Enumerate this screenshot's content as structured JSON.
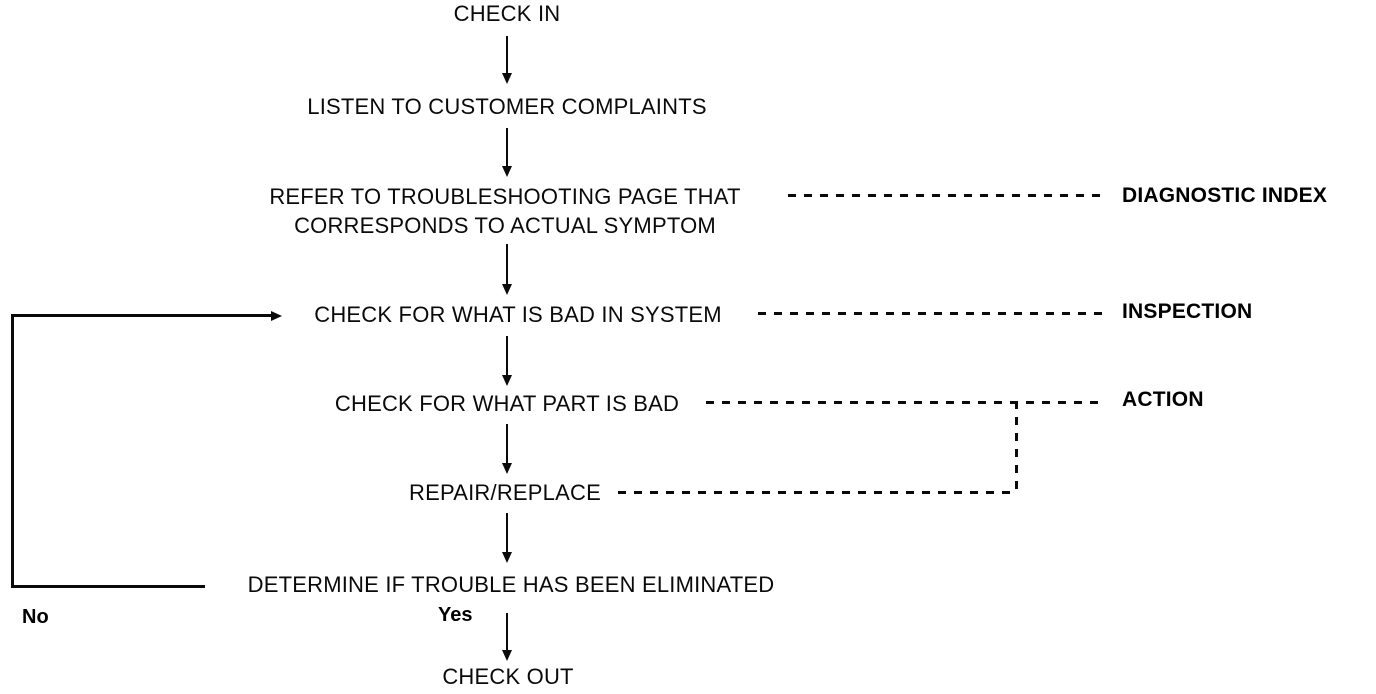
{
  "diagram": {
    "type": "flowchart",
    "description": "Service troubleshooting process flow",
    "colors": {
      "ink": "#0a0a0a",
      "background": "#ffffff"
    },
    "nodes": {
      "check_in": {
        "label": "CHECK IN"
      },
      "listen": {
        "label": "LISTEN TO CUSTOMER COMPLAINTS"
      },
      "refer": {
        "line1": "REFER TO TROUBLESHOOTING PAGE THAT",
        "line2": "CORRESPONDS TO ACTUAL SYMPTOM"
      },
      "check_system": {
        "label": "CHECK FOR WHAT IS BAD IN SYSTEM"
      },
      "check_part": {
        "label": "CHECK FOR WHAT PART IS BAD"
      },
      "repair": {
        "label": "REPAIR/REPLACE"
      },
      "determine": {
        "label": "DETERMINE IF TROUBLE HAS BEEN ELIMINATED"
      },
      "check_out": {
        "label": "CHECK OUT"
      }
    },
    "side_labels": {
      "diagnostic_index": {
        "label": "DIAGNOSTIC INDEX"
      },
      "inspection": {
        "label": "INSPECTION"
      },
      "action": {
        "label": "ACTION"
      }
    },
    "decisions": {
      "no": {
        "label": "No"
      },
      "yes": {
        "label": "Yes"
      }
    }
  }
}
